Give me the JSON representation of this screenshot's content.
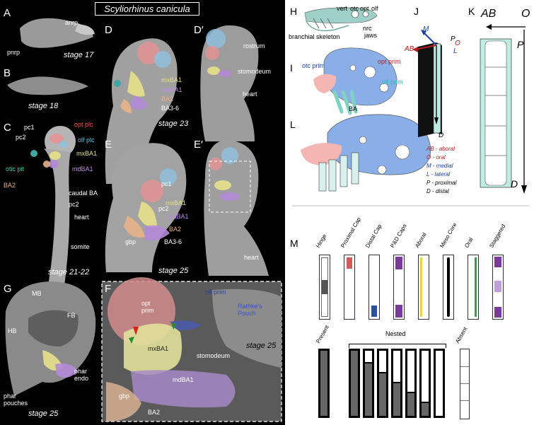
{
  "title": "Scyliorhinus canicula",
  "panels": {
    "A": {
      "letter": "A",
      "stage": "stage 17",
      "labels": [
        "anrp",
        "pnrp"
      ]
    },
    "B": {
      "letter": "B",
      "stage": "stage 18"
    },
    "C": {
      "letter": "C",
      "stage": "stage 21-22",
      "labels": [
        "pc1",
        "pc2",
        "opt plc",
        "olf plc",
        "mxBA1",
        "otic pit",
        "mdBA1",
        "BA2",
        "caudal BA",
        "pc2",
        "heart",
        "somite"
      ]
    },
    "D": {
      "letter": "D",
      "stage": "stage 23",
      "labels": [
        "mxBA1",
        "mdBA1",
        "BA2",
        "BA3-6"
      ]
    },
    "D2": {
      "letter": "D′",
      "labels": [
        "rostrum",
        "stomodeum",
        "heart"
      ]
    },
    "E": {
      "letter": "E",
      "stage": "stage 25",
      "labels": [
        "pc1",
        "mxBA1",
        "mdBA1",
        "pc2",
        "BA2",
        "gbp",
        "BA3-6"
      ]
    },
    "E2": {
      "letter": "E′",
      "labels": [
        "heart"
      ]
    },
    "F": {
      "letter": "F",
      "stage": "stage 25",
      "labels": [
        "opt prim",
        "olf prim",
        "Rathke's Pouch",
        "mxBA1",
        "stomodeum",
        "mdBA1",
        "gbp",
        "BA2"
      ]
    },
    "G": {
      "letter": "G",
      "stage": "stage 25",
      "labels": [
        "MB",
        "FB",
        "HB",
        "phar endo",
        "phar pouches"
      ]
    },
    "H": {
      "letter": "H",
      "labels": [
        "vert",
        "otc",
        "opt",
        "olf",
        "nrc",
        "jaws",
        "branchial skeleton"
      ]
    },
    "I": {
      "letter": "I",
      "labels": [
        "otc prim",
        "opt prim",
        "olf prim",
        "BA"
      ]
    },
    "J": {
      "letter": "J",
      "labels": [
        "M",
        "P",
        "O",
        "AB",
        "L",
        "D"
      ]
    },
    "K": {
      "letter": "K",
      "labels": [
        "AB",
        "O",
        "P",
        "D"
      ]
    },
    "L": {
      "letter": "L"
    },
    "M": {
      "letter": "M",
      "labels": [
        "Hinge",
        "Proximal Cap",
        "Distal Cap",
        "P&D Caps",
        "Aboral",
        "Meso Core",
        "Oral",
        "Staggered"
      ],
      "nested": [
        "Present",
        "Nested",
        "Absent"
      ]
    }
  },
  "legend": [
    {
      "text": "AB - aboral",
      "color": "#b32020"
    },
    {
      "text": "O - oral",
      "color": "#b32020"
    },
    {
      "text": "M - medial",
      "color": "#1f3fa8"
    },
    {
      "text": "L - lateral",
      "color": "#1f3fa8"
    },
    {
      "text": "P - proximal",
      "color": "#000000"
    },
    {
      "text": "D - distal",
      "color": "#000000"
    }
  ],
  "colors": {
    "mxBA1": "#e5e08a",
    "mdBA1": "#b48ad8",
    "BA2": "#e7b28a",
    "opt": "#e08a8a",
    "olf": "#8ab8d8",
    "otic": "#3fa7a0",
    "teal": "#c9ede6",
    "embryo": "#8aaee8"
  }
}
